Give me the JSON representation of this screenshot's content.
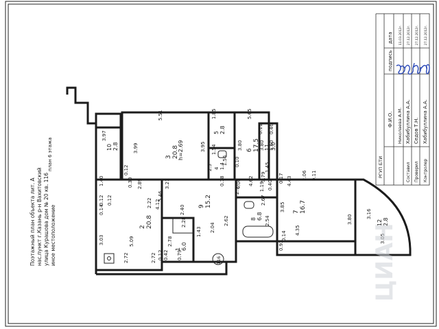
{
  "header": {
    "title_lines": [
      "Поэтажный план объекта лит. А",
      "нас.пункт  г.Казань   р-н   Вахитовский",
      "улица Курашова дом № 20 кв. 116",
      "иное местоположение"
    ],
    "floor_label": "план  6  этажа"
  },
  "rooms": [
    {
      "num": "10",
      "area": "2.8"
    },
    {
      "num": "3",
      "area": "20.8"
    },
    {
      "num": "5",
      "area": "2.8"
    },
    {
      "num": "4",
      "area": "1.4"
    },
    {
      "num": "6",
      "area": "17.5"
    },
    {
      "num": "11",
      "area": "3.0"
    },
    {
      "num": "2",
      "area": "20.8"
    },
    {
      "num": "1",
      "area": "6.0"
    },
    {
      "num": "9",
      "area": "15.2"
    },
    {
      "num": "8",
      "area": "6.8"
    },
    {
      "num": "7",
      "area": "16.7"
    },
    {
      "num": "12",
      "area": "2.8"
    }
  ],
  "ceiling_height": "h=2.69",
  "dimensions": [
    "3.97",
    "1.40",
    "0.12",
    "5.51",
    "3.99",
    "3.95",
    "5.46",
    "0.30",
    "1.85",
    "1.54",
    "2.3",
    "1.56",
    "3.80",
    "3.80",
    "4.62",
    "5.65",
    "0.46",
    "1.60",
    "0.40",
    "0.11",
    "3.79",
    "0.10",
    "1.45",
    "0.12",
    "0.12",
    "0.14",
    "2.89",
    "3.21",
    "4.00",
    "0.18",
    "2.22",
    "2.40",
    "2.28",
    "4.12",
    "3.03",
    "5.09",
    "2.78",
    "2.72",
    "2.72",
    "0.12",
    "0.42",
    "0.79",
    "1.43",
    "2.04",
    "2.62",
    "2.77",
    "1.19",
    "2.67",
    "2.54",
    "3.85",
    "0.17",
    "4.43",
    "2.06",
    "0.11",
    "3.80",
    "4.35",
    "0.14",
    "0.93",
    "3.16",
    "3.05"
  ],
  "entrance_mark": "116",
  "signatures": {
    "organization": "РГУП БТИ",
    "columns": [
      "Ф.И.О.",
      "подпись",
      "дата"
    ],
    "rows": [
      {
        "role": "",
        "name": "Николаева А.М.",
        "date": "11.03.2012г."
      },
      {
        "role": "Составил",
        "name": "Хабибуллина А.А.",
        "date": "27.12.2012г."
      },
      {
        "role": "Проверил",
        "name": "Седов Т.Н.",
        "date": "27.12.2012г."
      },
      {
        "role": "Контролер",
        "name": "Хабибуллина А.А.",
        "date": "27.12.2012г."
      }
    ]
  },
  "watermark": "ЦИАН"
}
